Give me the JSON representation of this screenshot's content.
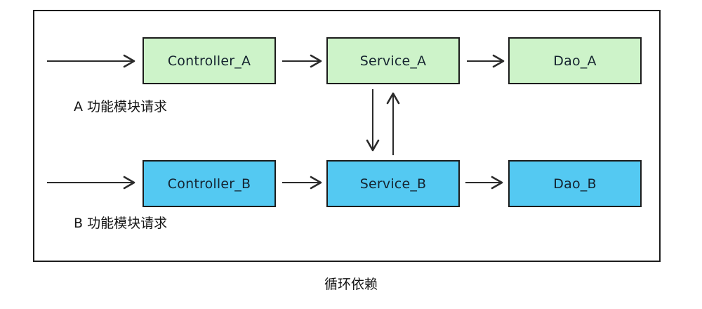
{
  "caption": "循环依赖",
  "rows": [
    {
      "id": "A",
      "request_label": "A 功能模块请求",
      "nodes": [
        {
          "label": "Controller_A"
        },
        {
          "label": "Service_A"
        },
        {
          "label": "Dao_A"
        }
      ]
    },
    {
      "id": "B",
      "request_label": "B 功能模块请求",
      "nodes": [
        {
          "label": "Controller_B"
        },
        {
          "label": "Service_B"
        },
        {
          "label": "Dao_B"
        }
      ]
    }
  ],
  "edges": [
    {
      "from": "request-a",
      "to": "Controller_A"
    },
    {
      "from": "Controller_A",
      "to": "Service_A"
    },
    {
      "from": "Service_A",
      "to": "Dao_A"
    },
    {
      "from": "Service_A",
      "to": "Service_B"
    },
    {
      "from": "Service_B",
      "to": "Service_A"
    },
    {
      "from": "request-b",
      "to": "Controller_B"
    },
    {
      "from": "Controller_B",
      "to": "Service_B"
    },
    {
      "from": "Service_B",
      "to": "Dao_B"
    }
  ],
  "colors": {
    "box_green": "#cdf3c9",
    "box_blue": "#54c9f2",
    "box_border": "#1c1c1c",
    "frame_border": "#1c1c1c",
    "arrow": "#2b2b2b",
    "text": "#152430",
    "background": "#ffffff"
  }
}
